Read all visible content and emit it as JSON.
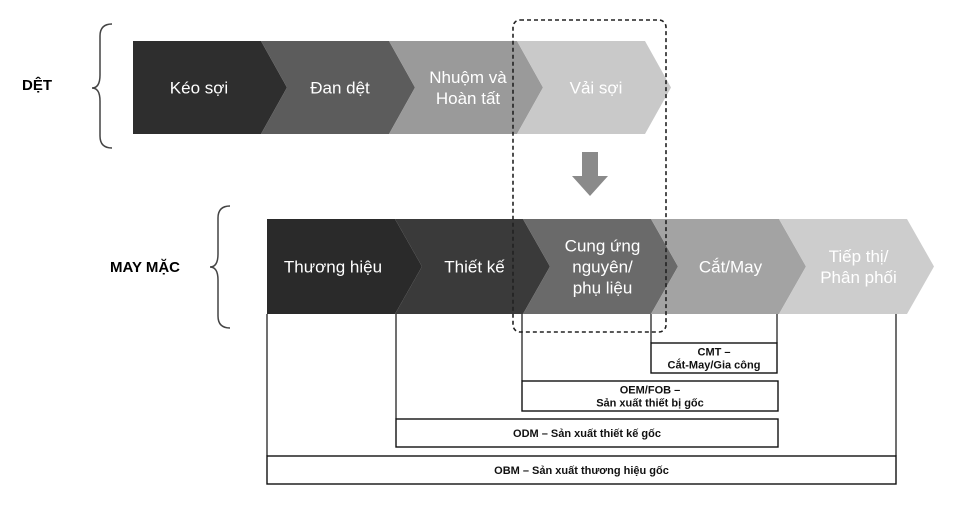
{
  "sections": {
    "textile": "DỆT",
    "garment": "MAY MẶC"
  },
  "textile_chain": [
    {
      "lines": [
        "Kéo sợi"
      ],
      "fill": "#2e2e2e",
      "text": "#ffffff"
    },
    {
      "lines": [
        "Đan dệt"
      ],
      "fill": "#5c5c5c",
      "text": "#ffffff"
    },
    {
      "lines": [
        "Nhuộm và",
        "Hoàn tất"
      ],
      "fill": "#9a9a9a",
      "text": "#ffffff"
    },
    {
      "lines": [
        "Vải sợi"
      ],
      "fill": "#c9c9c9",
      "text": "#ffffff"
    }
  ],
  "garment_chain": [
    {
      "lines": [
        "Thương hiệu"
      ],
      "fill": "#2a2a2a",
      "text": "#ffffff"
    },
    {
      "lines": [
        "Thiết kế"
      ],
      "fill": "#3a3a3a",
      "text": "#ffffff"
    },
    {
      "lines": [
        "Cung ứng",
        "nguyên/",
        "phụ liệu"
      ],
      "fill": "#6a6a6a",
      "text": "#ffffff"
    },
    {
      "lines": [
        "Cắt/May"
      ],
      "fill": "#a3a3a3",
      "text": "#ffffff"
    },
    {
      "lines": [
        "Tiếp thị/",
        "Phân phối"
      ],
      "fill": "#cdcdcd",
      "text": "#ffffff"
    }
  ],
  "models": [
    {
      "lines": [
        "CMT –",
        "Cắt-May/Gia công"
      ]
    },
    {
      "lines": [
        "OEM/FOB –",
        "Sản xuất thiết bị gốc"
      ]
    },
    {
      "lines": [
        "ODM – Sản xuất thiết kế gốc"
      ]
    },
    {
      "lines": [
        "OBM – Sản xuất thương hiệu gốc"
      ]
    }
  ],
  "colors": {
    "arrow_down": "#8a8a8a",
    "line": "#111111"
  }
}
